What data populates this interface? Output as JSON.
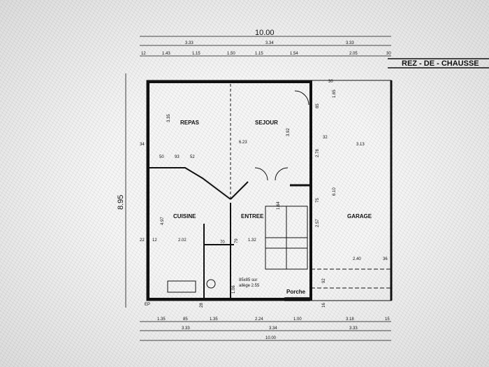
{
  "title": "REZ - DE - CHAUSSE",
  "rooms": {
    "repas": "REPAS",
    "sejour": "SEJOUR",
    "cuisine": "CUISINE",
    "entree": "ENTREE",
    "garage": "GARAGE",
    "porche": "Porche"
  },
  "dimensions": {
    "total_width": "10.00",
    "total_height": "8.95",
    "top_mid": [
      "3.33",
      "3.34",
      "3.33"
    ],
    "top_inner": [
      "12",
      "1.43",
      "1.15",
      "1.50",
      "1.15",
      "1.54",
      "2.05",
      "30"
    ],
    "bottom_inner": [
      "1.35",
      "85",
      "1.35",
      "2.24",
      "1.00",
      "3.18",
      "15"
    ],
    "bottom_mid": [
      "3.33",
      "3.34",
      "3.33"
    ],
    "interior": [
      "3.35",
      "6.23",
      "3.92",
      "4.97",
      "2.02",
      "2.57",
      "2.78",
      "3.13",
      "6.10",
      "2.40",
      "50",
      "93",
      "52",
      "34",
      "22",
      "12",
      "85",
      "79",
      "1.32",
      "1.64",
      "75",
      "1.65",
      "32",
      "70",
      "36",
      "92",
      "16",
      "28",
      "30",
      "1.06"
    ],
    "window_note": [
      "85x85 sur",
      "allège 2.55"
    ],
    "ep_label": "EP"
  }
}
